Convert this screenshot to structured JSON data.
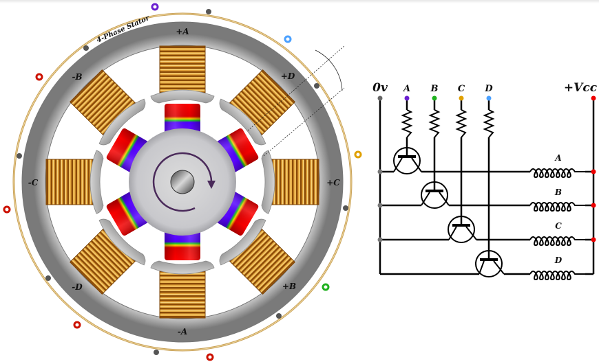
{
  "motor": {
    "stator_label": "4-Phase Stator",
    "pole_labels": [
      "+A",
      "+D",
      "+C",
      "+B",
      "-A",
      "-D",
      "-C",
      "-B"
    ],
    "rotation": "clockwise"
  },
  "circuit": {
    "ground_label": "0v",
    "supply_label": "+Vcc",
    "inputs": [
      {
        "label": "A",
        "color": "#6a1fd0"
      },
      {
        "label": "B",
        "color": "#1fb01f"
      },
      {
        "label": "C",
        "color": "#e0a000"
      },
      {
        "label": "D",
        "color": "#4aa0ff"
      }
    ],
    "coils": [
      "A",
      "B",
      "C",
      "D"
    ]
  },
  "terminal_colors": {
    "phase_a": "#6a1fd0",
    "phase_b": "#1fb01f",
    "phase_c": "#e0a000",
    "phase_d": "#4aa0ff",
    "common": "#cc1100",
    "junction": "#555555"
  }
}
